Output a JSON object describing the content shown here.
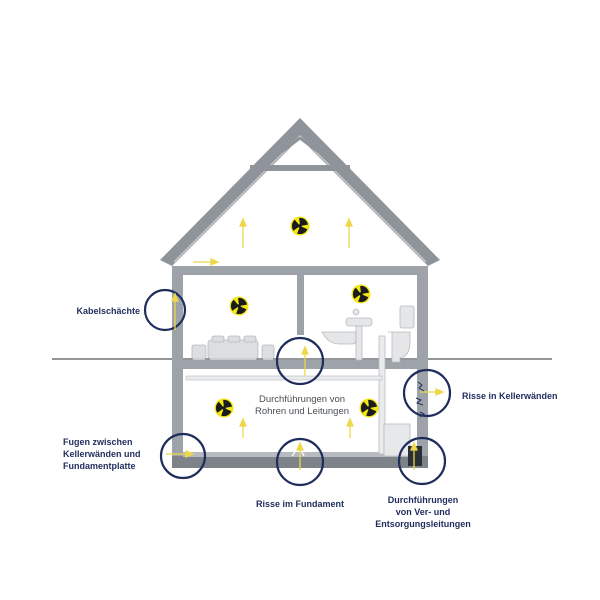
{
  "colors": {
    "wall": "#9ea3a9",
    "wall_dark": "#7d8389",
    "roof": "#8f949a",
    "accent": "#1f2d5c",
    "radiation": "#f2e614",
    "arrow": "#ecd84a",
    "fixture": "#d9dcdf",
    "text_inner": "#4a4f55"
  },
  "icons": {
    "radiation": "radiation-trefoil-icon",
    "arrow": "arrow-up-icon",
    "callout": "callout-circle"
  },
  "labels": {
    "cable_shafts": [
      "Kabelschächte"
    ],
    "joints": [
      "Fugen zwischen",
      "Kellerwänden und",
      "Fundamentplatte"
    ],
    "pipe_passages": [
      "Durchführungen von",
      "Rohren und Leitungen"
    ],
    "wall_cracks": [
      "Risse in Kellerwänden"
    ],
    "foundation_cracks": [
      "Risse im Fundament"
    ],
    "utility_passages": [
      "Durchführungen",
      "von Ver- und",
      "Entsorgungsleitungen"
    ]
  }
}
